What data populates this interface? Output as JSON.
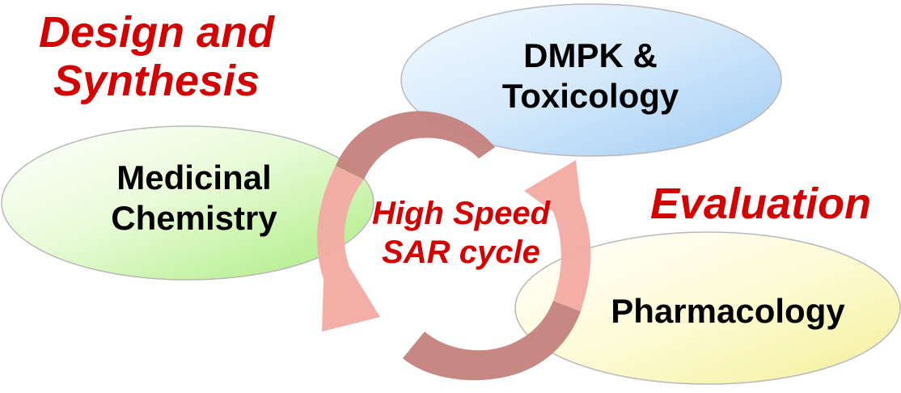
{
  "headings": {
    "design_line1": "Design and",
    "design_line2": "Synthesis",
    "evaluation": "Evaluation"
  },
  "nodes": {
    "medicinal_chemistry": {
      "line1": "Medicinal",
      "line2": "Chemistry"
    },
    "dmpk_toxicology": {
      "line1": "DMPK &",
      "line2": "Toxicology"
    },
    "pharmacology": {
      "line1": "Pharmacology"
    }
  },
  "center": {
    "line1": "High Speed",
    "line2": "SAR cycle"
  },
  "colors": {
    "heading_red": "#d40000",
    "arrow_light": "#f3aaa3",
    "arrow_dark": "#c4827d",
    "green_fill": "#c9f3a8",
    "blue_fill": "#b9d9f7",
    "yellow_fill": "#fbf7b5"
  }
}
